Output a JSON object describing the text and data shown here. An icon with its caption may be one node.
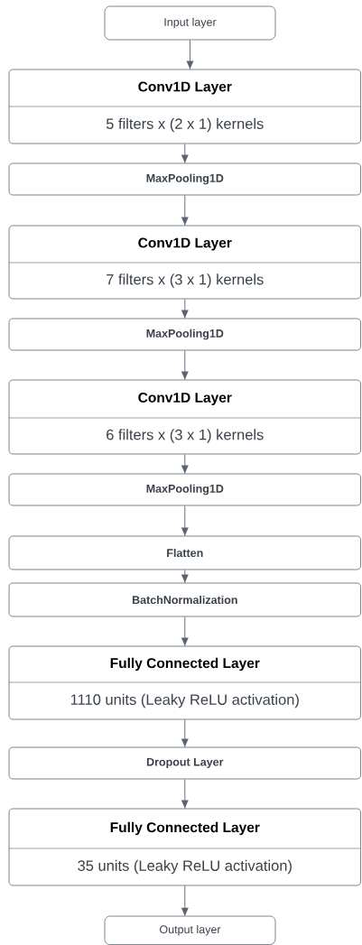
{
  "diagram": {
    "nodes": [
      {
        "text": [
          "Input layer"
        ]
      },
      {
        "text": [
          "Conv1D Layer",
          "5 filters x (2 x 1) kernels"
        ]
      },
      {
        "text": [
          "MaxPooling1D"
        ]
      },
      {
        "text": [
          "Conv1D Layer",
          "7 filters x (3 x 1) kernels"
        ]
      },
      {
        "text": [
          "MaxPooling1D"
        ]
      },
      {
        "text": [
          "Conv1D Layer",
          "6 filters x (3 x 1) kernels"
        ]
      },
      {
        "text": [
          "MaxPooling1D"
        ]
      },
      {
        "text": [
          "Flatten"
        ]
      },
      {
        "text": [
          "BatchNormalization"
        ]
      },
      {
        "text": [
          "Fully Connected Layer",
          "1110 units (Leaky ReLU activation)"
        ]
      },
      {
        "text": [
          "Dropout Layer"
        ]
      },
      {
        "text": [
          "Fully Connected Layer",
          "35 units (Leaky ReLU activation)"
        ]
      },
      {
        "text": [
          "Output layer"
        ]
      }
    ],
    "edges": [
      {
        "from": 0,
        "to": 1,
        "arrow": "to"
      },
      {
        "from": 1,
        "to": 2,
        "arrow": "to"
      },
      {
        "from": 2,
        "to": 3,
        "arrow": "to"
      },
      {
        "from": 3,
        "to": 4,
        "arrow": "to"
      },
      {
        "from": 4,
        "to": 5,
        "arrow": "to"
      },
      {
        "from": 5,
        "to": 6,
        "arrow": "to"
      },
      {
        "from": 6,
        "to": 7,
        "arrow": "to"
      },
      {
        "from": 7,
        "to": 8,
        "arrow": "to"
      },
      {
        "from": 8,
        "to": 9,
        "arrow": "to"
      },
      {
        "from": 9,
        "to": 10,
        "arrow": "to"
      },
      {
        "from": 10,
        "to": 11,
        "arrow": "to"
      },
      {
        "from": 11,
        "to": 12,
        "arrow": "to"
      }
    ]
  }
}
